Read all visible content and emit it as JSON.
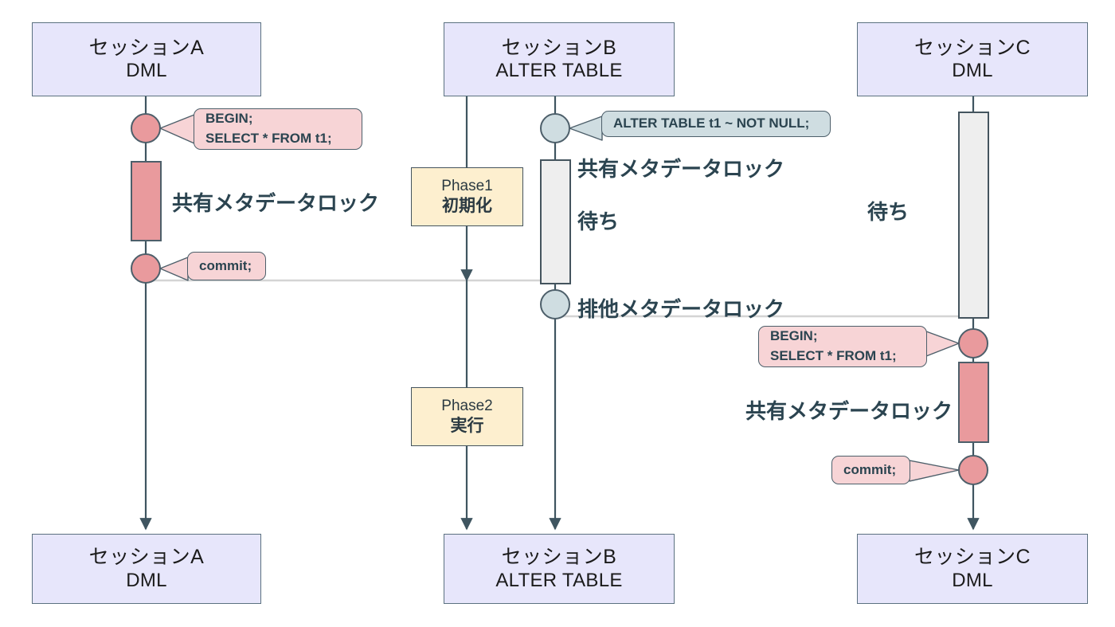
{
  "diagram": {
    "title": "MySQL ALTER TABLE metadata lock sequence",
    "colors": {
      "session_box_fill": "#e7e6fb",
      "session_box_stroke": "#5b7180",
      "shared_lock_fill": "#e99a9d",
      "shared_lock_stroke": "#4d5f6a",
      "wait_bar_fill": "#eeeeee",
      "wait_bar_stroke": "#44545e",
      "phase_box_fill": "#fdefcf",
      "phase_box_stroke": "#44545e",
      "callout_pink_fill": "#f7d4d6",
      "callout_teal_fill": "#cfdde1",
      "lifeline_stroke": "#3f5560",
      "connector_stroke": "#d0d0d0",
      "text_color": "#2b4450"
    },
    "top_sessions": [
      {
        "id": "A",
        "line1": "セッションA",
        "line2": "DML"
      },
      {
        "id": "B",
        "line1": "セッションB",
        "line2": "ALTER TABLE"
      },
      {
        "id": "C",
        "line1": "セッションC",
        "line2": "DML"
      }
    ],
    "bottom_sessions": [
      {
        "id": "A",
        "line1": "セッションA",
        "line2": "DML"
      },
      {
        "id": "B",
        "line1": "セッションB",
        "line2": "ALTER TABLE"
      },
      {
        "id": "C",
        "line1": "セッションC",
        "line2": "DML"
      }
    ],
    "phases": [
      {
        "id": "phase1",
        "name": "Phase1",
        "label": "初期化"
      },
      {
        "id": "phase2",
        "name": "Phase2",
        "label": "実行"
      }
    ],
    "callouts": [
      {
        "id": "a-begin",
        "kind": "pink",
        "lines": [
          "BEGIN;",
          "SELECT * FROM t1;"
        ]
      },
      {
        "id": "a-commit",
        "kind": "pink",
        "lines": [
          "commit;"
        ]
      },
      {
        "id": "b-alter",
        "kind": "teal",
        "lines": [
          "ALTER TABLE t1 ~ NOT NULL;"
        ]
      },
      {
        "id": "c-begin",
        "kind": "pink",
        "lines": [
          "BEGIN;",
          "SELECT * FROM t1;"
        ]
      },
      {
        "id": "c-commit",
        "kind": "pink",
        "lines": [
          "commit;"
        ]
      }
    ],
    "annotations": [
      {
        "id": "a-shared-lock",
        "text": "共有メタデータロック"
      },
      {
        "id": "b-shared-lock",
        "text": "共有メタデータロック"
      },
      {
        "id": "b-wait",
        "text": "待ち"
      },
      {
        "id": "b-exclusive-lock",
        "text": "排他メタデータロック"
      },
      {
        "id": "c-wait",
        "text": "待ち"
      },
      {
        "id": "c-shared-lock",
        "text": "共有メタデータロック"
      }
    ]
  }
}
